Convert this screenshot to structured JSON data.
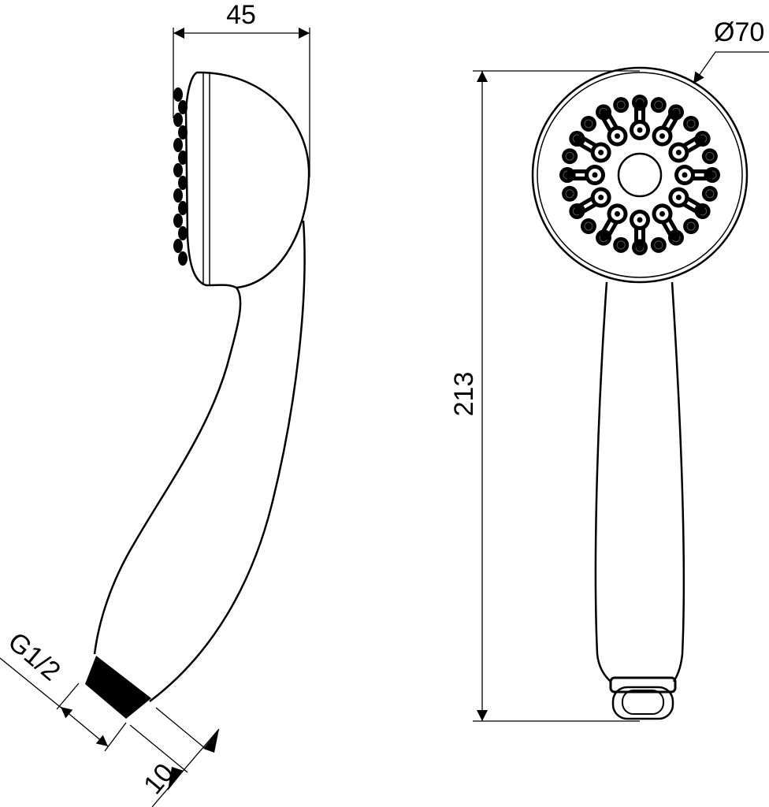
{
  "dimensions": {
    "width_label": "45",
    "diameter_label": "Ø70",
    "height_label": "213",
    "thread_label": "G1/2",
    "thread_length_label": "10"
  },
  "face": {
    "petal_count": 12,
    "outer_nozzle_count": 24
  }
}
